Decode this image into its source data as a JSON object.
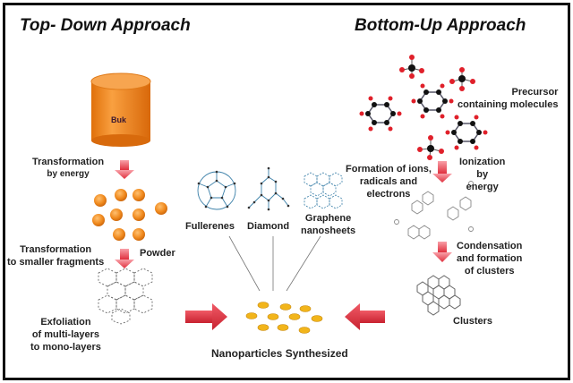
{
  "titles": {
    "top_down": "Top- Down Approach",
    "bottom_up": "Bottom-Up Approach"
  },
  "top_down": {
    "bulk_label": "Buk",
    "step1": [
      "Transformation",
      "by energy"
    ],
    "powder_label": "Powder",
    "step2": [
      "Transformation",
      "to smaller fragments"
    ],
    "step3": [
      "Exfoliation",
      "of multi-layers",
      "to mono-layers"
    ]
  },
  "center": {
    "fullerenes": "Fullerenes",
    "diamond": "Diamond",
    "graphene": [
      "Graphene",
      "nanosheets"
    ],
    "result": "Nanoparticles Synthesized"
  },
  "bottom_up": {
    "precursor": [
      "Precursor",
      "containing molecules"
    ],
    "ionization": [
      "Ionization",
      "by",
      "energy"
    ],
    "formation": [
      "Formation of ions,",
      "radicals and",
      "electrons"
    ],
    "condensation": [
      "Condensation",
      "and formation",
      "of clusters"
    ],
    "clusters_label": "Clusters"
  },
  "colors": {
    "orange": "#f08a1e",
    "arrow_red": "#e8424f",
    "molecule_red": "#e0202a",
    "molecule_black": "#111111",
    "nano_gold": "#f2b51b"
  }
}
